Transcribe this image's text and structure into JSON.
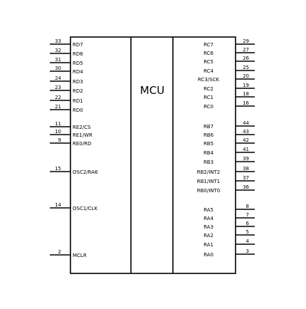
{
  "title": "MCU",
  "left_pins": [
    {
      "num": "33",
      "label": "RD7"
    },
    {
      "num": "32",
      "label": "RD6"
    },
    {
      "num": "31",
      "label": "RD5"
    },
    {
      "num": "30",
      "label": "RD4"
    },
    {
      "num": "24",
      "label": "RD3"
    },
    {
      "num": "23",
      "label": "RD2"
    },
    {
      "num": "22",
      "label": "RD1"
    },
    {
      "num": "21",
      "label": "RD0"
    },
    {
      "num": "11",
      "label": "RE2/CS"
    },
    {
      "num": "10",
      "label": "RE1/WR"
    },
    {
      "num": "9",
      "label": "RE0/RD"
    },
    {
      "num": "15",
      "label": "OSC2/RA6"
    },
    {
      "num": "14",
      "label": "OSC1/CLK"
    },
    {
      "num": "2",
      "label": "MCLR"
    }
  ],
  "right_pins": [
    {
      "num": "29",
      "label": "RC7"
    },
    {
      "num": "27",
      "label": "RC6"
    },
    {
      "num": "26",
      "label": "RC5"
    },
    {
      "num": "25",
      "label": "RC4"
    },
    {
      "num": "20",
      "label": "RC3/SCK"
    },
    {
      "num": "19",
      "label": "RC2"
    },
    {
      "num": "18",
      "label": "RC1"
    },
    {
      "num": "16",
      "label": "RC0"
    },
    {
      "num": "44",
      "label": "RB7"
    },
    {
      "num": "43",
      "label": "RB6"
    },
    {
      "num": "42",
      "label": "RB5"
    },
    {
      "num": "41",
      "label": "RB4"
    },
    {
      "num": "39",
      "label": "RB3"
    },
    {
      "num": "38",
      "label": "RB2/INT2"
    },
    {
      "num": "37",
      "label": "RB1/INT1"
    },
    {
      "num": "36",
      "label": "RB0/INT0"
    },
    {
      "num": "8",
      "label": "RA5"
    },
    {
      "num": "7",
      "label": "RA4"
    },
    {
      "num": "6",
      "label": "RA3"
    },
    {
      "num": "5",
      "label": "RA2"
    },
    {
      "num": "4",
      "label": "RA1"
    },
    {
      "num": "3",
      "label": "RA0"
    }
  ]
}
